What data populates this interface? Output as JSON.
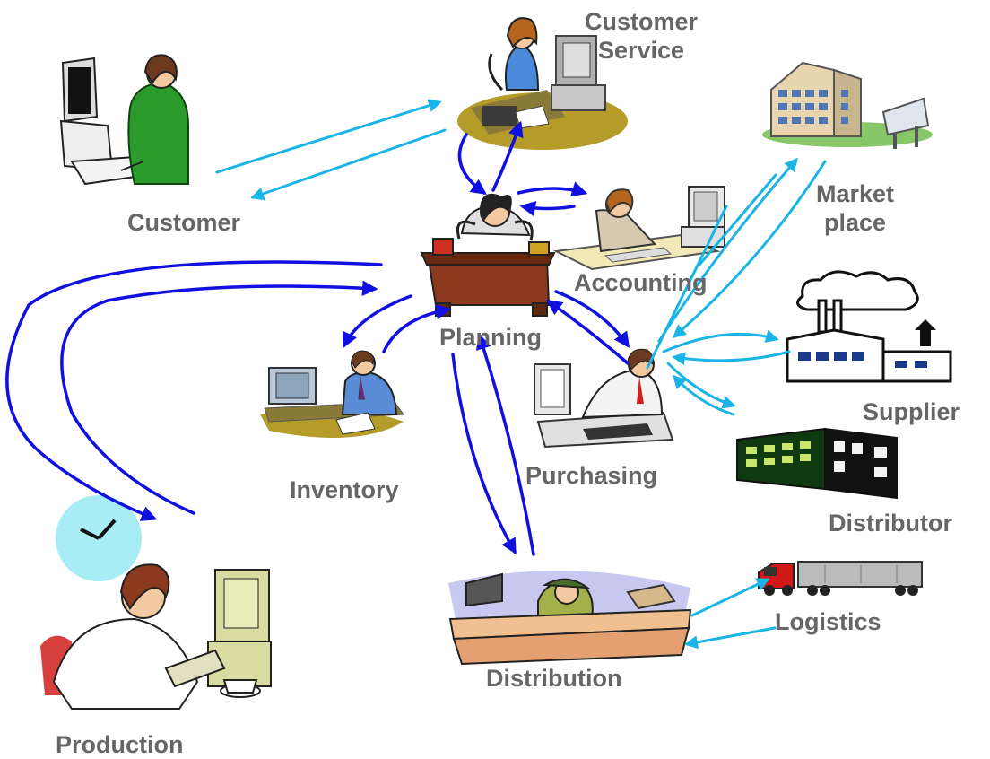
{
  "labels": {
    "customer_service": [
      "Customer",
      "Service"
    ],
    "customer": "Customer",
    "market_place": [
      "Market",
      "place"
    ],
    "accounting": "Accounting",
    "planning": "Planning",
    "supplier": "Supplier",
    "inventory": "Inventory",
    "purchasing": "Purchasing",
    "distributor": "Distributor",
    "logistics": "Logistics",
    "distribution": "Distribution",
    "production": "Production"
  },
  "colors": {
    "label_text": "#666666",
    "internal_flow_arrow": "#1010e0",
    "external_flow_arrow": "#1ab4e6"
  },
  "icons": [
    "customer-service-clipart",
    "customer-clipart",
    "market-place-building-clipart",
    "accounting-clipart",
    "planning-desk-clipart",
    "supplier-factory-clipart",
    "inventory-clipart",
    "purchasing-clipart",
    "distributor-warehouse-clipart",
    "logistics-truck-clipart",
    "distribution-clipart",
    "production-clipart"
  ]
}
